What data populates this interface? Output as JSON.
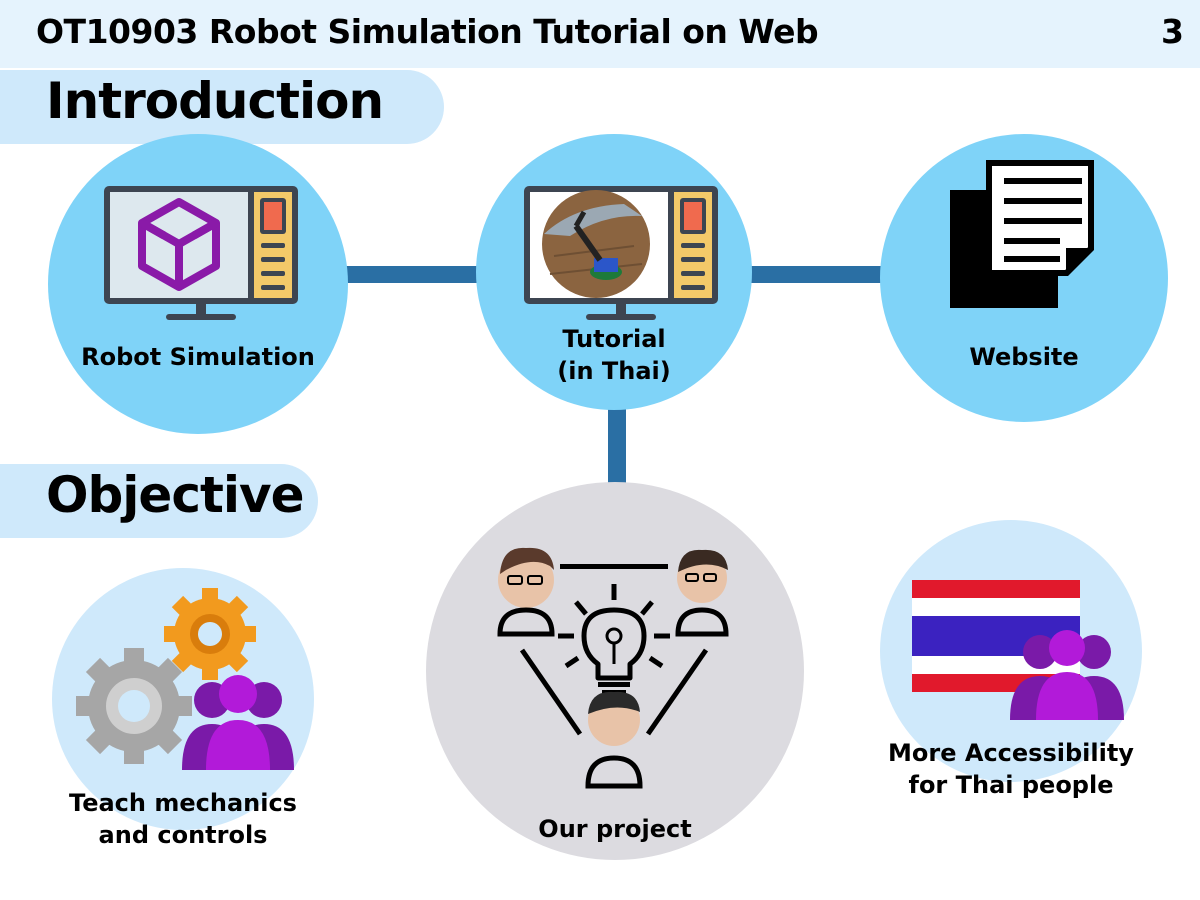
{
  "header": {
    "title": "OT10903 Robot Simulation Tutorial on Web",
    "page_number": "3"
  },
  "sections": {
    "introduction": "Introduction",
    "objective": "Objective"
  },
  "introduction": {
    "robot_simulation_label": "Robot Simulation",
    "tutorial_label_line1": "Tutorial",
    "tutorial_label_line2": "(in Thai)",
    "website_label": "Website"
  },
  "objective": {
    "teach_line1": "Teach mechanics",
    "teach_line2": "and controls",
    "project_label": "Our project",
    "access_line1": "More Accessibility",
    "access_line2": "for Thai people"
  },
  "colors": {
    "header_bg": "#e5f3fd",
    "pill_bg": "#cfe9fb",
    "circle_blue": "#7fd3f8",
    "circle_light": "#cfe9fb",
    "circle_gray": "#dcdbe0",
    "connector": "#2a6fa4",
    "unity_purple": "#8a1aa8",
    "people_purple": "#8a1ac4",
    "gear_orange": "#f29a1e",
    "gear_gray": "#a6a6a6",
    "flag_red": "#e1192c",
    "flag_blue": "#3b22c0"
  },
  "icons": {
    "robot_simulation": "monitor-unity-icon",
    "tutorial": "monitor-robot-photo-icon",
    "website": "documents-icon",
    "teach": "gears-people-icon",
    "project": "team-idea-icon",
    "accessibility": "thai-flag-people-icon"
  }
}
